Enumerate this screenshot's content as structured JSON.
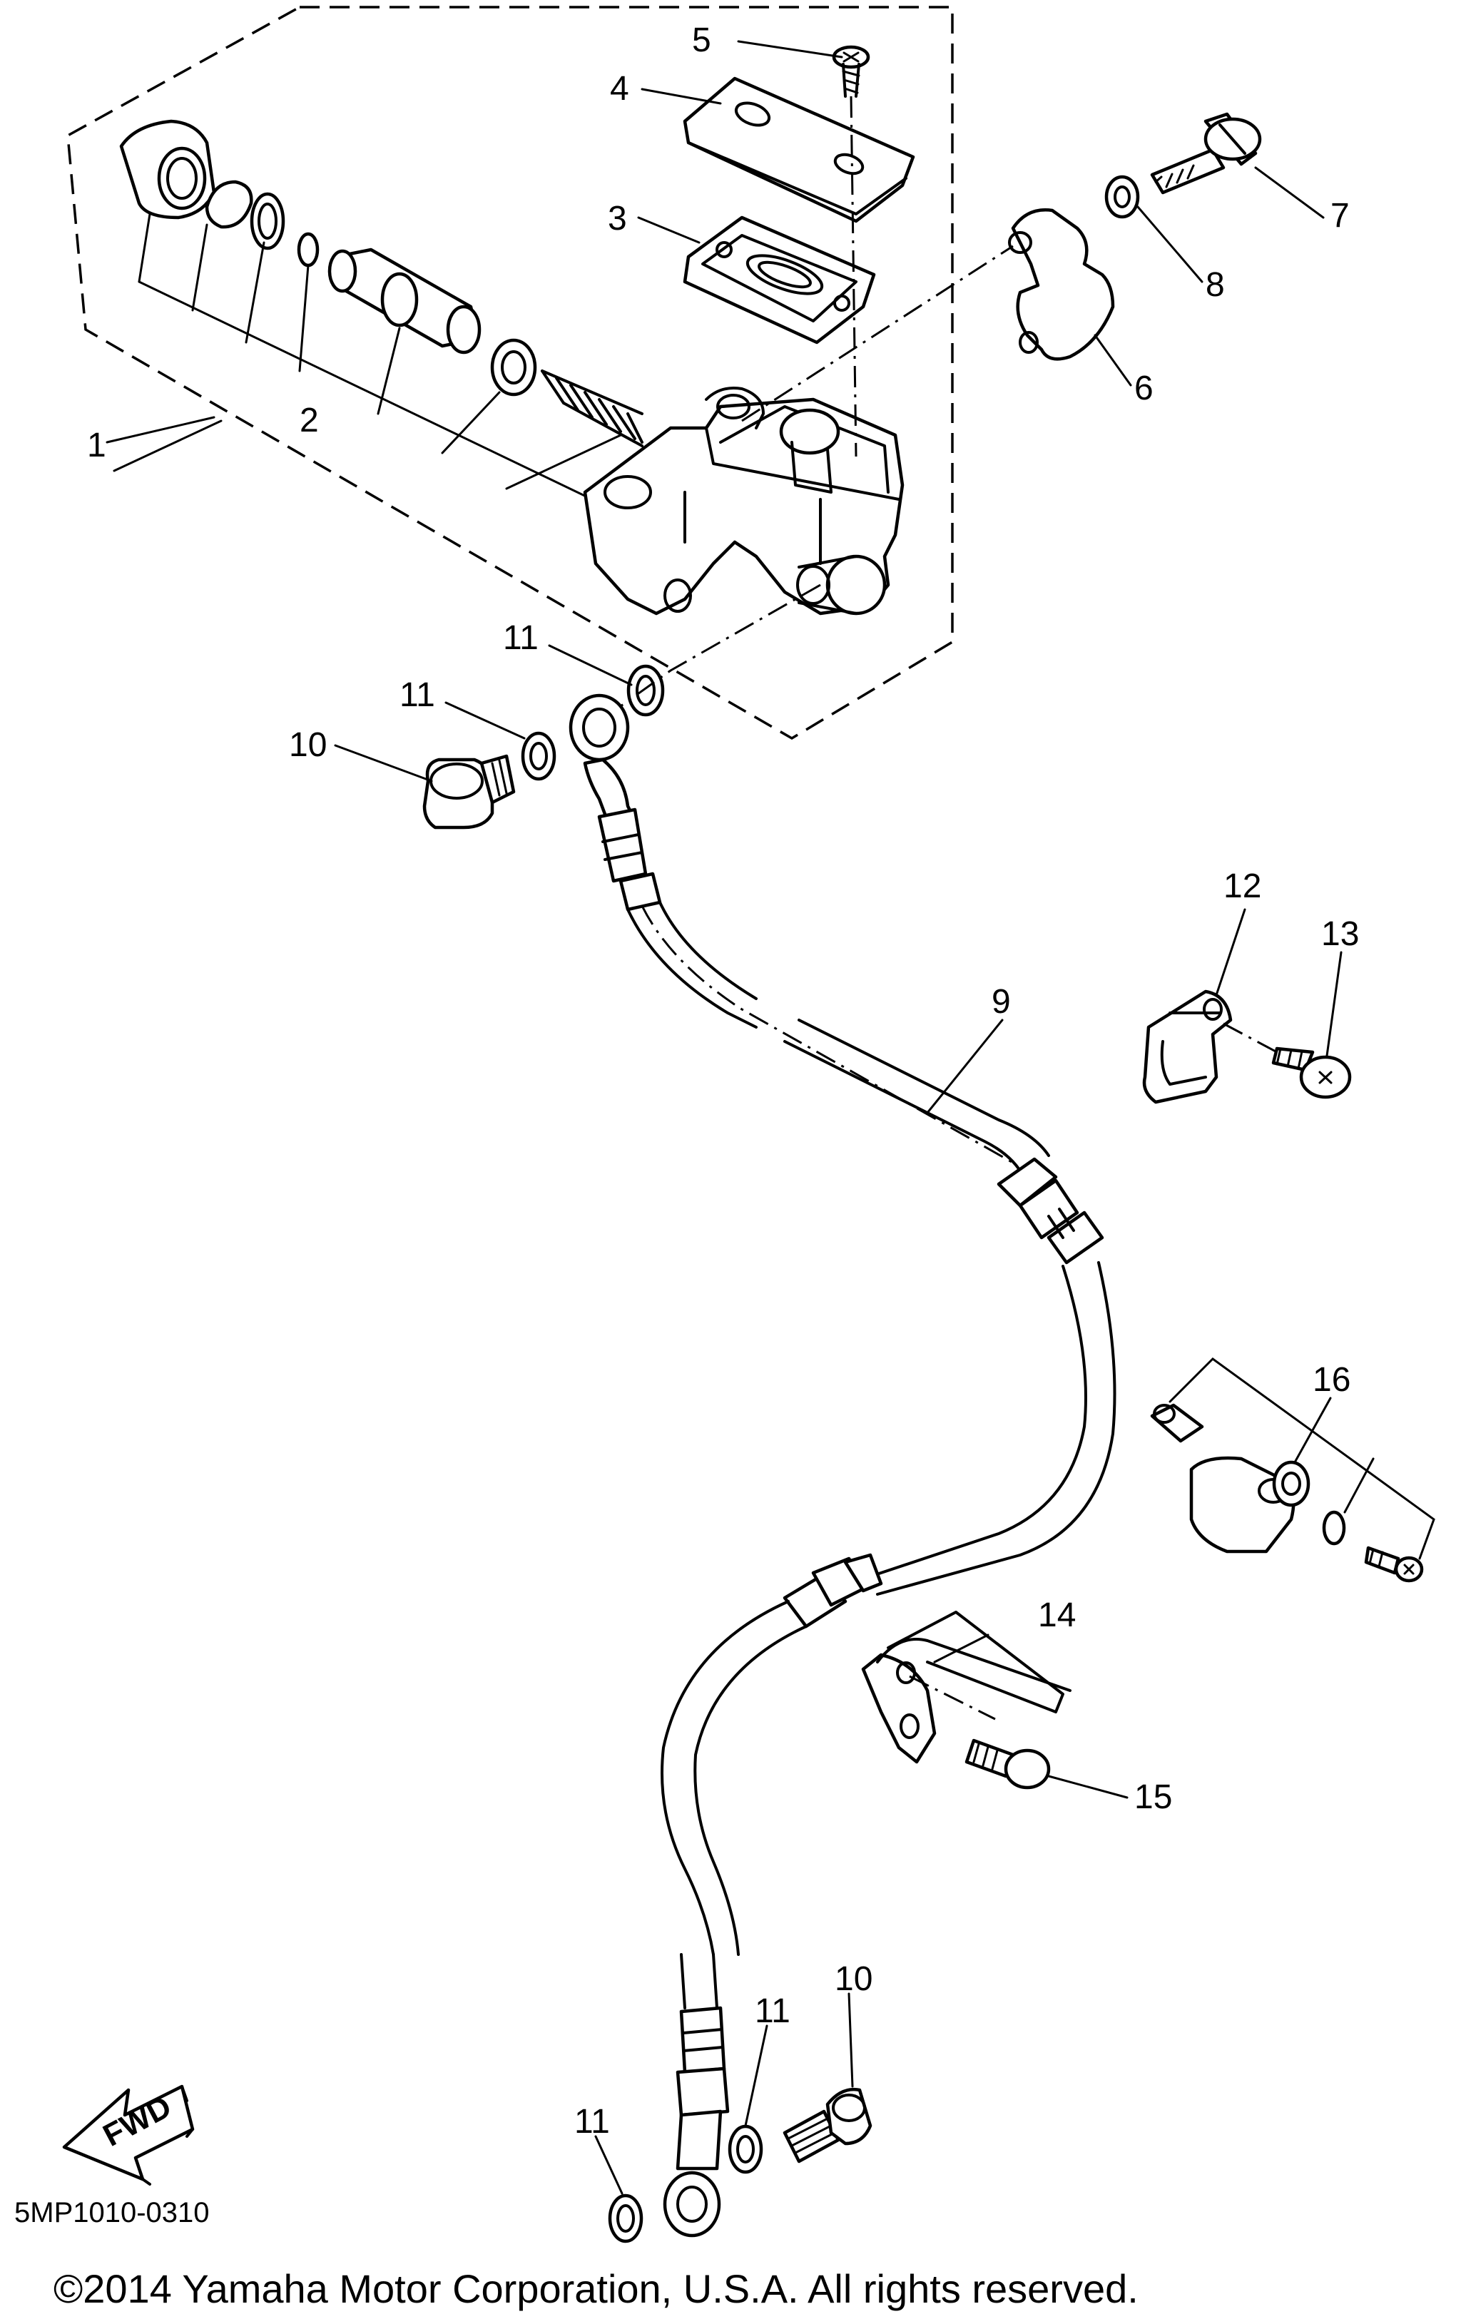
{
  "callouts": {
    "c1": "1",
    "c2": "2",
    "c3": "3",
    "c4": "4",
    "c5": "5",
    "c6": "6",
    "c7": "7",
    "c8": "8",
    "c9": "9",
    "c10a": "10",
    "c10b": "10",
    "c11a": "11",
    "c11b": "11",
    "c11c": "11",
    "c11d": "11",
    "c12": "12",
    "c13": "13",
    "c14": "14",
    "c15": "15",
    "c16": "16"
  },
  "diagram_code": "5MP1010-0310",
  "fwd_label": "FWD",
  "copyright": "©2014 Yamaha Motor Corporation, U.S.A. All rights reserved.",
  "icons": {
    "fwd_arrow": "fwd-arrow-icon"
  }
}
